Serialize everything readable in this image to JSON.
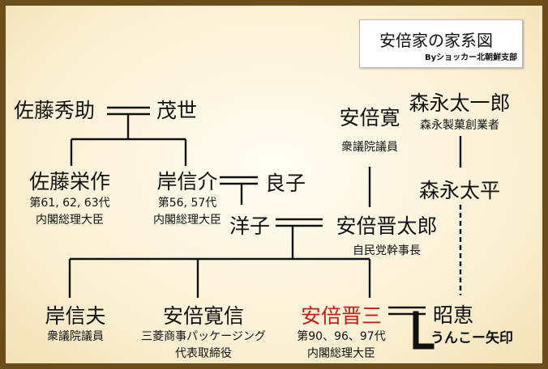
{
  "title": "安倍家の家系図",
  "byline": "Byショッカー北朝鮮支部",
  "arrow_label": "うんこー矢印",
  "colors": {
    "highlight": "#c0201a",
    "frame": "#6b4d1c",
    "background": "#fbf1d6"
  },
  "people": {
    "sato_hidesuke": {
      "name": "佐藤秀助"
    },
    "shige": {
      "name": "茂世"
    },
    "abe_kan": {
      "name": "安倍寛",
      "role": "衆議院議員"
    },
    "morinaga_taichiro": {
      "name": "森永太一郎",
      "role": "森永製菓創業者"
    },
    "sato_eisaku": {
      "name": "佐藤栄作",
      "terms": "第61, 62, 63代",
      "role": "内閣総理大臣"
    },
    "kishi_nobusuke": {
      "name": "岸信介",
      "terms": "第56, 57代",
      "role": "内閣総理大臣"
    },
    "yoshiko": {
      "name": "良子"
    },
    "morinaga_tahei": {
      "name": "森永太平"
    },
    "yoko": {
      "name": "洋子"
    },
    "abe_shintaro": {
      "name": "安倍晋太郎",
      "role": "自民党幹事長"
    },
    "kishi_nobuo": {
      "name": "岸信夫",
      "role": "衆議院議員"
    },
    "abe_hironobu": {
      "name": "安倍寛信",
      "role": "三菱商事パッケージング",
      "role2": "代表取締役"
    },
    "abe_shinzo": {
      "name": "安倍晋三",
      "terms": "第90、96、97代",
      "role": "内閣総理大臣"
    },
    "akie": {
      "name": "昭恵"
    }
  }
}
